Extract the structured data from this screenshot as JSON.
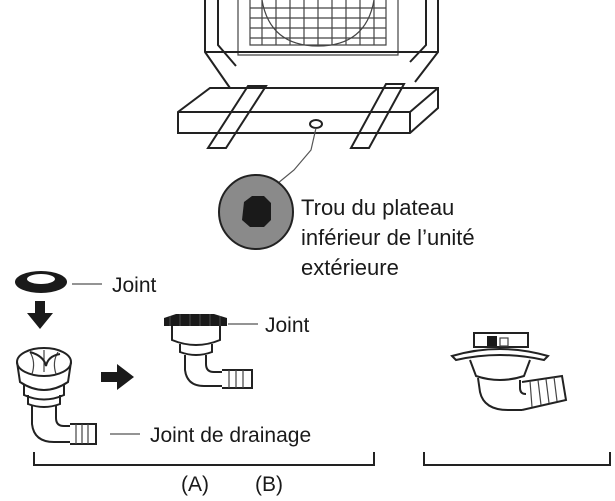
{
  "labels": {
    "hole_line1": "Trou du plateau",
    "hole_line2": "inférieur de l’unité",
    "hole_line3": "extérieure",
    "gasket_top": "Joint",
    "gasket_assembled": "Joint",
    "drain_joint": "Joint de drainage",
    "group_a": "(A)",
    "group_b": "(B)"
  },
  "icons": {
    "outdoor_unit": "outdoor-unit-base-icon",
    "hole_zoom": "hole-zoom-icon",
    "gasket": "gasket-ring-icon",
    "drain_elbow": "drain-elbow-icon",
    "assembled_drain": "assembled-drain-icon",
    "arrow_down": "arrow-down-icon",
    "arrow_right": "arrow-right-icon"
  },
  "colors": {
    "ink": "#222222",
    "hole_fill": "#8a8a8a",
    "hole_dark": "#1a1a1a"
  }
}
